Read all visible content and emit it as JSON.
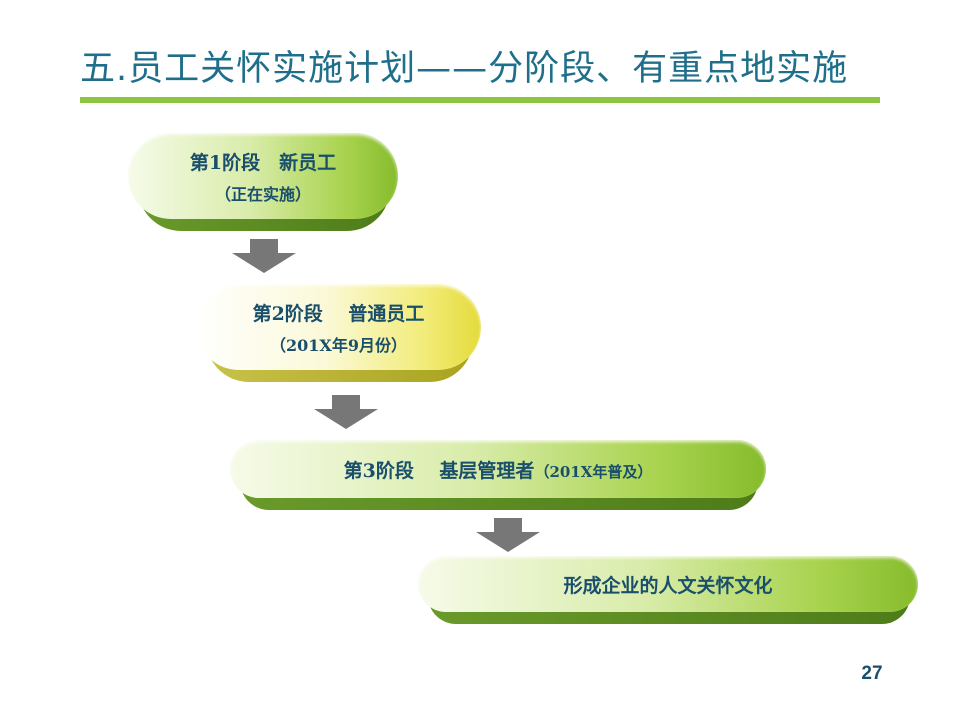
{
  "slide": {
    "title": "五.员工关怀实施计划——分阶段、有重点地实施",
    "page_number": "27"
  },
  "stages": [
    {
      "line1": "第1阶段　新员工",
      "line2": "（正在实施）"
    },
    {
      "line1": "第2阶段　 普通员工",
      "line2": "（201X年9月份）"
    },
    {
      "line1": "第3阶段　 基层管理者",
      "line1_sub": "（201X年普及）"
    },
    {
      "line1": "形成企业的人文关怀文化"
    }
  ],
  "colors": {
    "accent_green": "#8cc63f",
    "title_blue": "#1f6f8b",
    "text_dark_blue": "#1a4f6b",
    "arrow_gray": "#777777"
  },
  "icons": [
    "down-arrow-icon"
  ]
}
